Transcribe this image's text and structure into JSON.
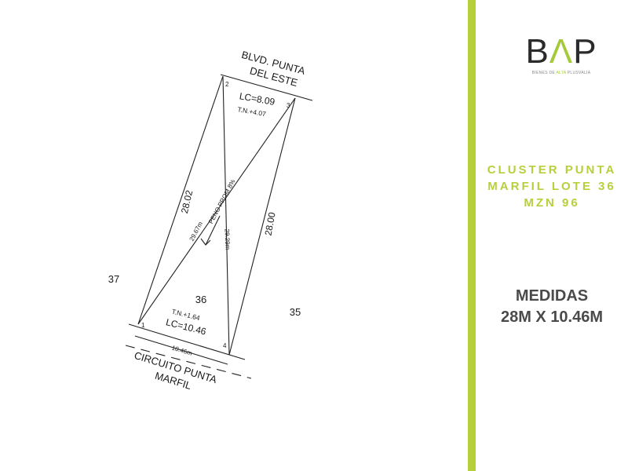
{
  "plan": {
    "street_top": [
      "BLVD. PUNTA",
      "DEL ESTE"
    ],
    "street_bottom": [
      "CIRCUITO PUNTA",
      "MARFIL"
    ],
    "vertices": [
      "1",
      "2",
      "3",
      "4"
    ],
    "lc_top": "LC=8.09",
    "tn_top": "T.N.+4.07",
    "lc_bottom": "LC=10.46",
    "tn_bottom": "T.N.+1.64",
    "side_left": "28.02",
    "side_right": "28.00",
    "slope": "PENO PROM 8%",
    "diag_a": "29.67m",
    "diag_b": "29.29m",
    "front": "10.46m",
    "lot_main": "36",
    "lot_left": "37",
    "lot_right": "35"
  },
  "brand": {
    "logo_b": "B",
    "logo_a": "Λ",
    "logo_p": "P",
    "tagline_1": "BIENES DE ",
    "tagline_2": "ALTA",
    "tagline_3": " PLUSVALÍA",
    "accent": "#b6d03c"
  },
  "info": {
    "title_lines": [
      "CLUSTER PUNTA",
      "MARFIL LOTE 36",
      "MZN 96"
    ],
    "measures_label": "MEDIDAS",
    "measures_value": "28M X 10.46M"
  }
}
